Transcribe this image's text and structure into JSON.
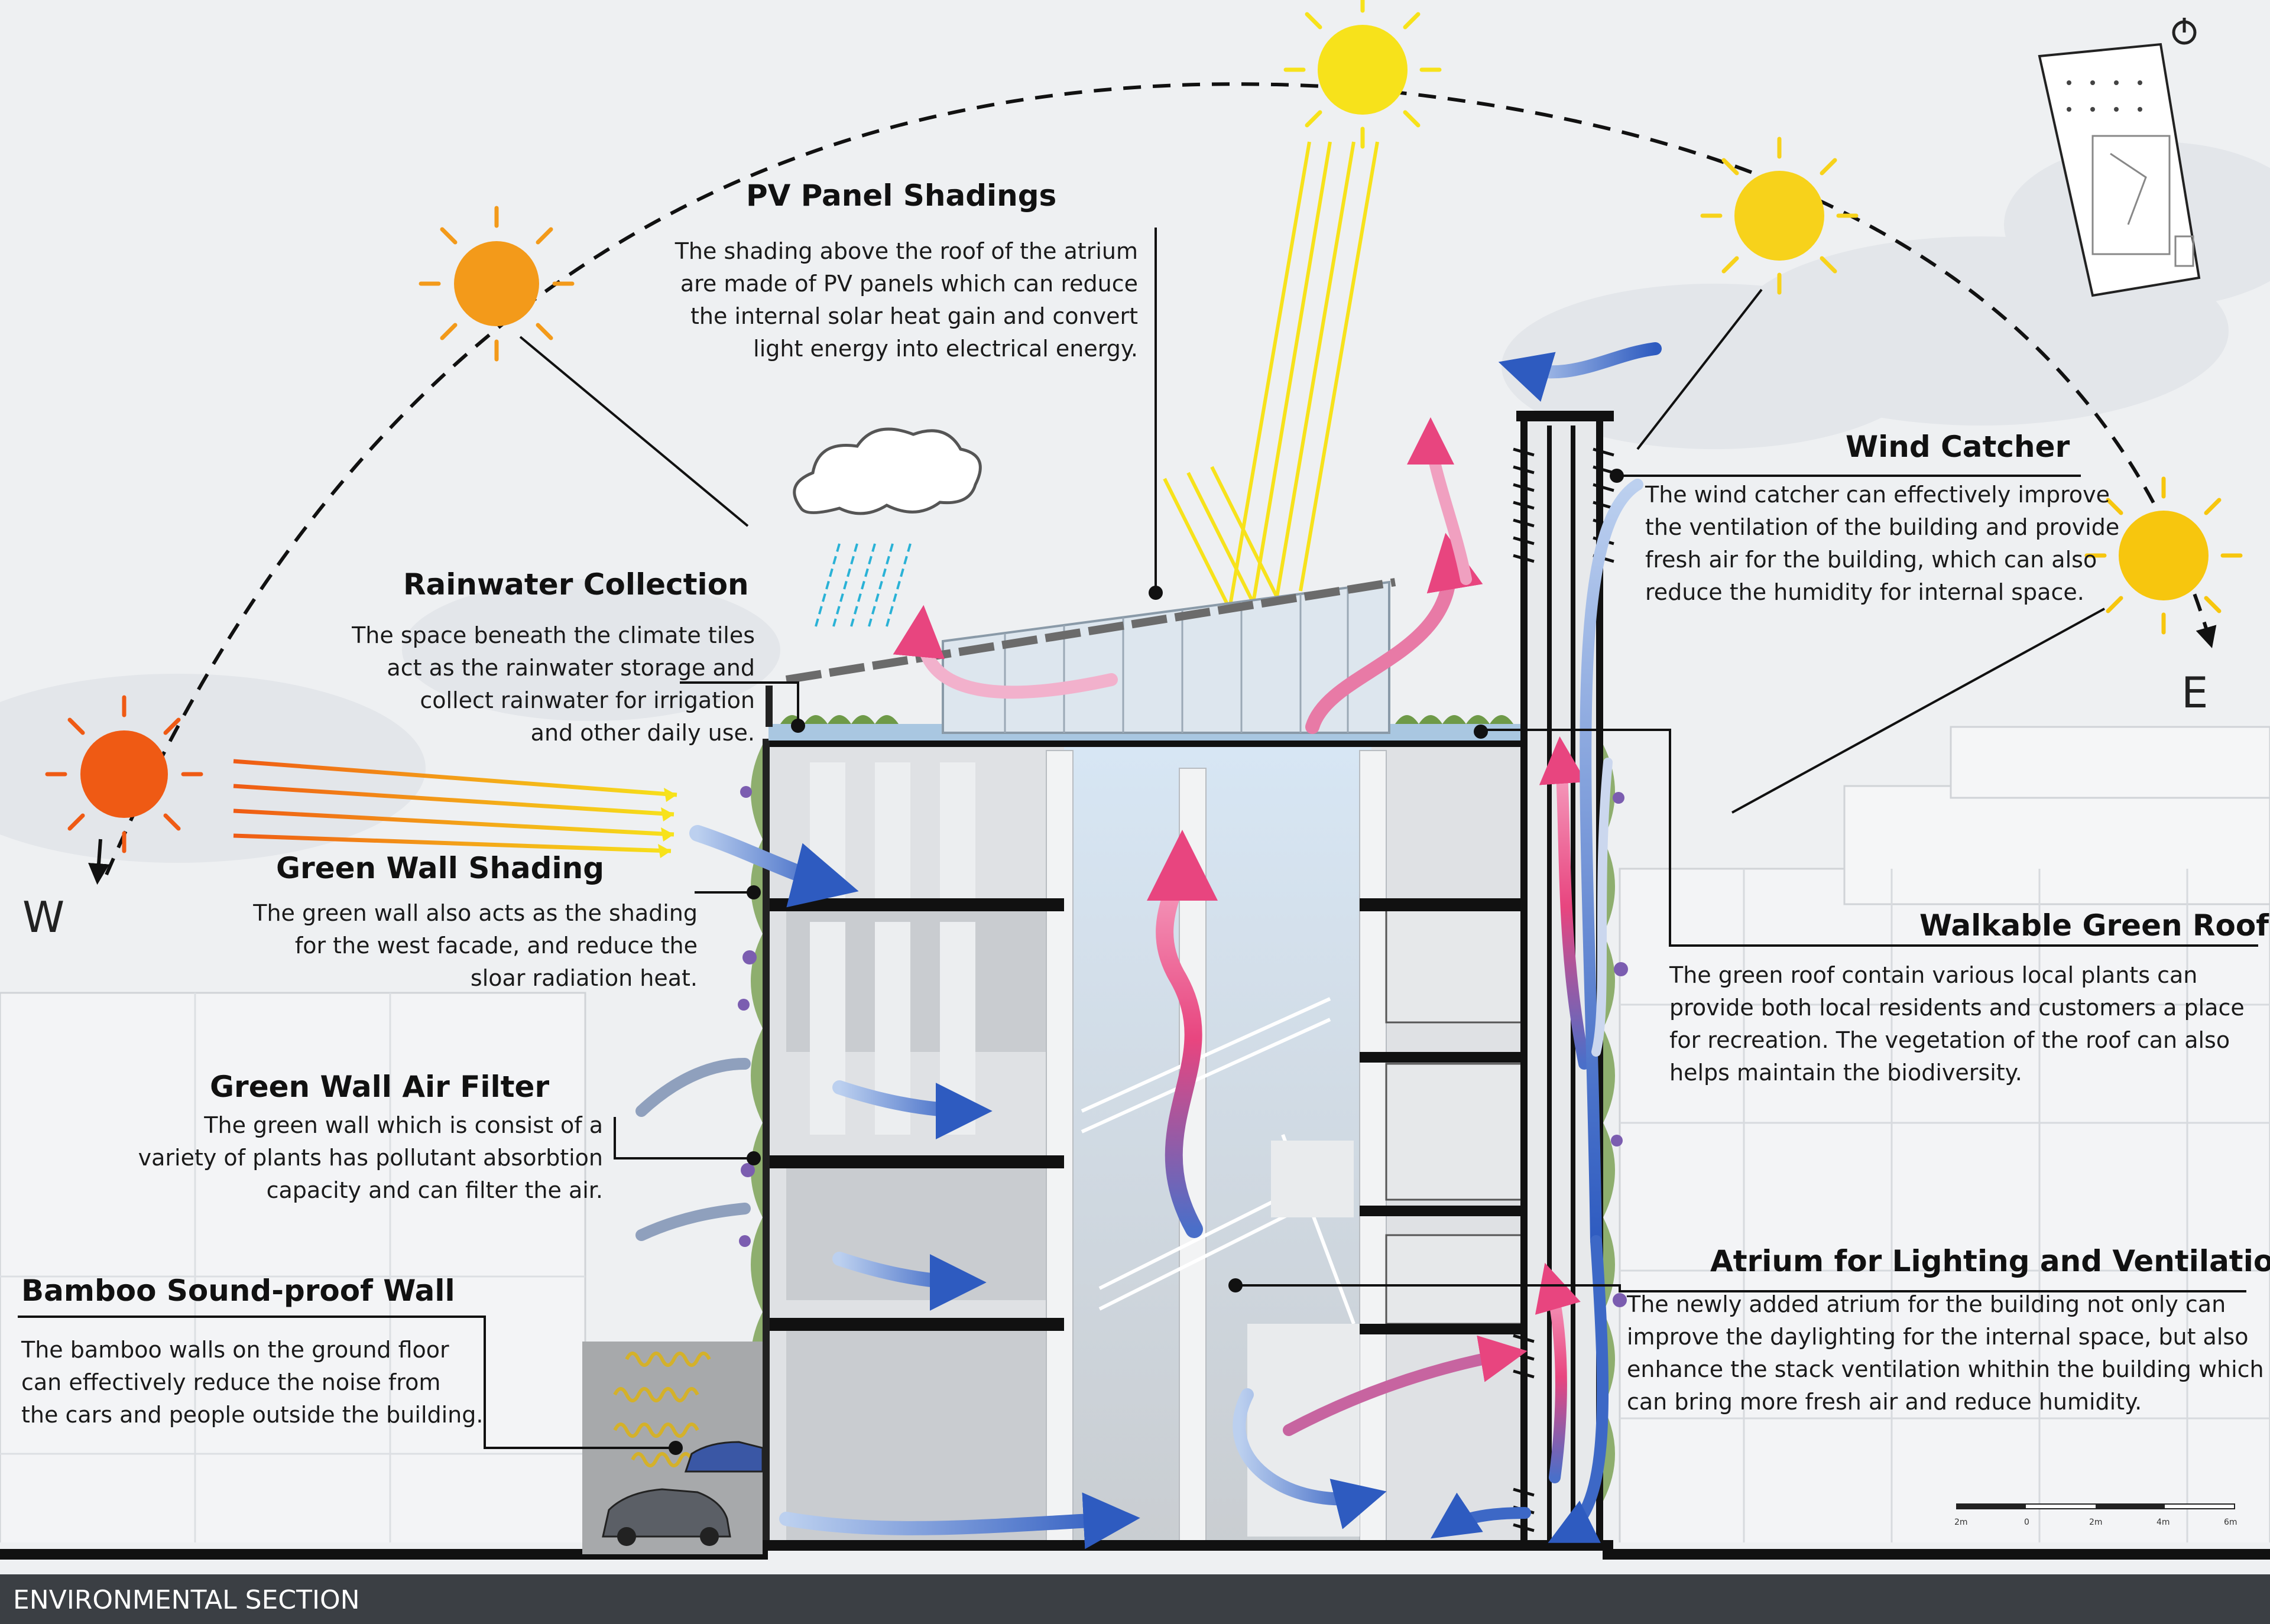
{
  "diagram": {
    "footer_label": "ENVIRONMENTAL SECTION",
    "directions": {
      "west": "W",
      "east": "E"
    },
    "annotations": {
      "pv_panel": {
        "title": "PV Panel Shadings",
        "lines": [
          "The shading above the roof of the atrium",
          "are made of PV panels which can reduce",
          "the internal solar heat gain and convert",
          "light energy into electrical energy."
        ]
      },
      "wind_catcher": {
        "title": "Wind Catcher",
        "lines": [
          "The wind catcher can effectively improve",
          "the ventilation of the building and provide",
          "fresh air for the building, which can also",
          "reduce the humidity for internal space."
        ]
      },
      "rainwater": {
        "title": "Rainwater Collection",
        "lines": [
          "The space beneath the climate tiles",
          "act as the rainwater storage and",
          "collect rainwater for irrigation",
          "and other daily use."
        ]
      },
      "green_wall_shading": {
        "title": "Green Wall Shading",
        "lines": [
          "The green wall also acts as the shading",
          "for the west facade, and reduce the",
          "sloar radiation heat."
        ]
      },
      "green_roof": {
        "title": "Walkable Green Roof",
        "lines": [
          "The green roof contain various local plants can",
          "provide both local residents and customers a place",
          "for recreation. The vegetation of the roof can also",
          "helps maintain the biodiversity."
        ]
      },
      "air_filter": {
        "title": "Green Wall Air Filter",
        "lines": [
          "The green wall which is consist of a",
          "variety of plants has pollutant absorbtion",
          "capacity and can filter the air."
        ]
      },
      "atrium": {
        "title": "Atrium for Lighting and Ventilation",
        "lines": [
          "The newly added atrium for the building not only can",
          "improve the daylighting for the internal space, but also",
          "enhance the stack ventilation whithin the building which",
          "can bring more fresh air and reduce humidity."
        ]
      },
      "bamboo": {
        "title": "Bamboo Sound-proof Wall",
        "lines": [
          "The bamboo walls on the ground floor",
          "can effectively reduce the noise from",
          "the cars and people outside the building."
        ]
      }
    },
    "scale_bar": {
      "labels": [
        "2m",
        "0",
        "2m",
        "4m",
        "6m"
      ]
    },
    "colors": {
      "sun_west": "#ef5a14",
      "sun_morning": "#f39a1a",
      "sun_noon": "#f7e21b",
      "sun_east": "#f7c60e",
      "warm_air": "#e8457f",
      "cool_air": "#3d68c6",
      "plant": "#6e9a48",
      "flower": "#7b5db0",
      "sky": "#eef0f2"
    },
    "icons": [
      "sun-icon",
      "cloud-icon",
      "rain-icon",
      "car-icon",
      "north-arrow-icon",
      "sound-wave-icon"
    ]
  }
}
